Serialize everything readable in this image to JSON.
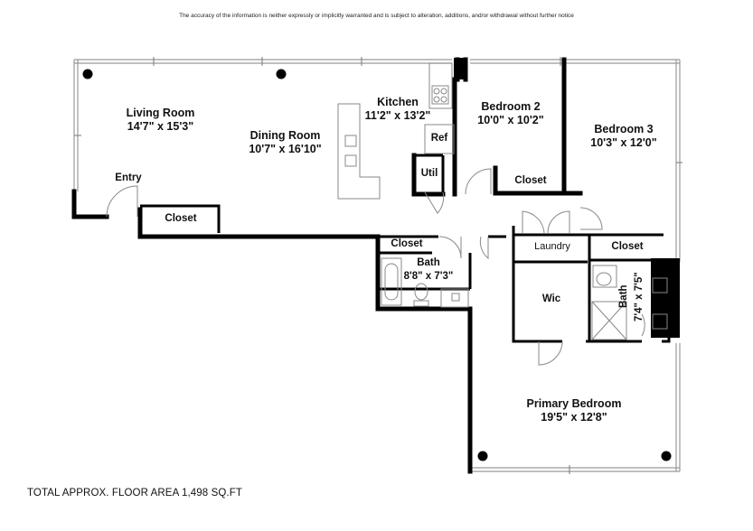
{
  "disclaimer": "The accuracy of the information is neither expressly or implicitly warranted and is subject to alteration, additions, and/or withdrawal without further notice",
  "total_area": "TOTAL APPROX. FLOOR AREA 1,498 SQ.FT",
  "rooms": {
    "living": {
      "name": "Living Room",
      "dims": "14'7\" x 15'3\""
    },
    "dining": {
      "name": "Dining Room",
      "dims": "10'7\" x 16'10\""
    },
    "kitchen": {
      "name": "Kitchen",
      "dims": "11'2\" x 13'2\""
    },
    "bedroom2": {
      "name": "Bedroom 2",
      "dims": "10'0\" x 10'2\""
    },
    "bedroom3": {
      "name": "Bedroom 3",
      "dims": "10'3\" x 12'0\""
    },
    "bath1": {
      "name": "Bath",
      "dims": "8'8\" x 7'3\""
    },
    "bath2": {
      "name": "Bath",
      "dims": "7'4\" x 7'5\""
    },
    "primary": {
      "name": "Primary Bedroom",
      "dims": "19'5\" x 12'8\""
    }
  },
  "labels": {
    "entry": "Entry",
    "ref": "Ref",
    "util": "Util",
    "closet_living": "Closet",
    "closet_bed2": "Closet",
    "closet_bath": "Closet",
    "closet_hall": "Closet",
    "laundry": "Laundry",
    "wic": "Wic"
  }
}
